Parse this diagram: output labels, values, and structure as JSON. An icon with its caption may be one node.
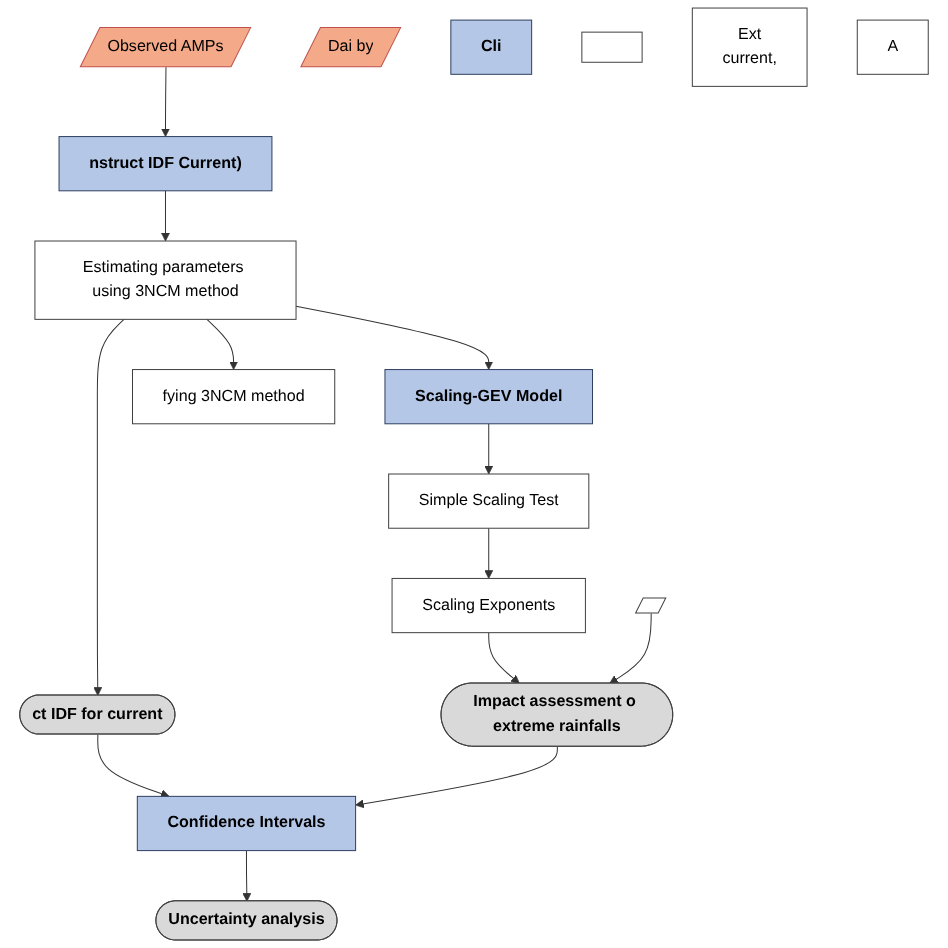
{
  "diagram": {
    "nodes": [
      {
        "text": [
          "Observed AMPs"
        ]
      },
      {
        "text": [
          "Dai by"
        ]
      },
      {
        "text": [
          "nstruct IDF Current)"
        ]
      },
      {
        "text": [
          "Cli"
        ]
      },
      {
        "text": [],
        "shape": "box"
      },
      {
        "text": [
          "Estimating parameters using 3NCM method"
        ]
      },
      {
        "text": [
          "Scaling-GEV Model"
        ]
      },
      {
        "text": [
          "Ext",
          "current,"
        ]
      },
      {
        "text": [
          "fying 3NCM method"
        ]
      },
      {
        "text": [
          "Simple Scaling Test"
        ]
      },
      {
        "text": [
          "A"
        ]
      },
      {
        "text": [
          "ct IDF for current"
        ]
      },
      {
        "text": [
          "Scaling Exponents"
        ]
      },
      {
        "text": [],
        "shape": "parallelogram"
      },
      {
        "text": [
          "Confidence Intervals"
        ]
      },
      {
        "text": [
          "Impact assessment o extreme rainfalls"
        ]
      },
      {
        "text": [
          "Uncertainty analysis"
        ]
      }
    ],
    "edges": [
      {
        "from": 0,
        "to": 2,
        "arrow": "to"
      },
      {
        "from": 2,
        "to": 5,
        "arrow": "to"
      },
      {
        "from": 5,
        "to": 6,
        "arrow": "to"
      },
      {
        "from": 5,
        "to": 8,
        "arrow": "to"
      },
      {
        "from": 5,
        "to": 11,
        "arrow": "to"
      },
      {
        "from": 6,
        "to": 9,
        "arrow": "to"
      },
      {
        "from": 9,
        "to": 12,
        "arrow": "to"
      },
      {
        "from": 12,
        "to": 15,
        "arrow": "to"
      },
      {
        "from": 13,
        "to": 15,
        "arrow": "to"
      },
      {
        "from": 11,
        "to": 14,
        "arrow": "to"
      },
      {
        "from": 15,
        "to": 14,
        "arrow": "to"
      },
      {
        "from": 14,
        "to": 16,
        "arrow": "to"
      }
    ]
  }
}
